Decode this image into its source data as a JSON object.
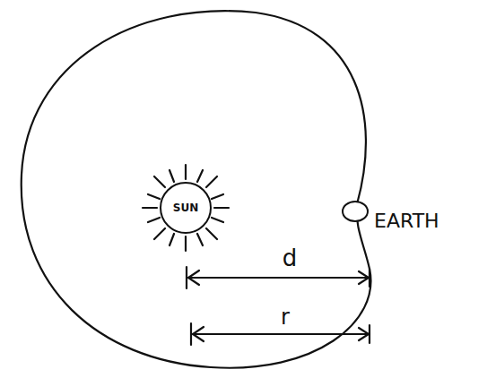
{
  "diagram": {
    "nodes": [
      {
        "text": [
          "SUN"
        ]
      },
      {
        "text": [
          "EARTH"
        ]
      }
    ],
    "labels": [
      "d",
      "r"
    ]
  }
}
